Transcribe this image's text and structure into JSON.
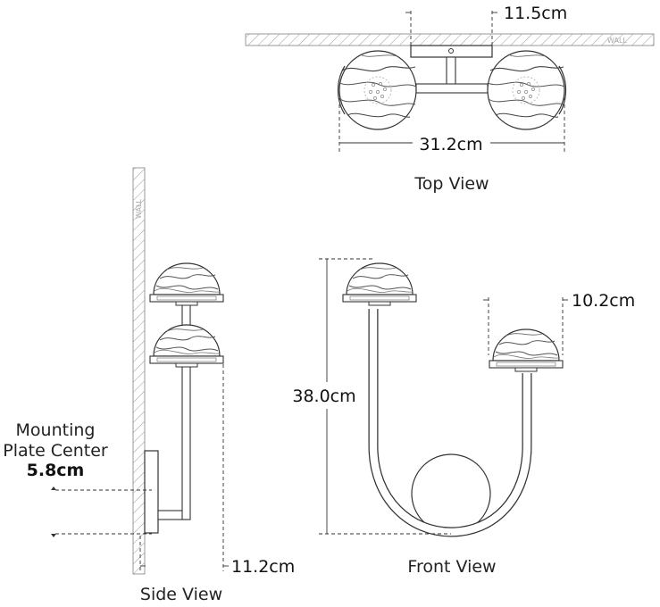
{
  "views": {
    "top": {
      "title": "Top View",
      "width_dim": "31.2cm",
      "plate_dim": "11.5cm",
      "wall_label": "WALL"
    },
    "side": {
      "title": "Side View",
      "mount_label_line1": "Mounting",
      "mount_label_line2": "Plate Center",
      "mount_dim": "5.8cm",
      "depth_dim": "11.2cm",
      "wall_label": "WALL"
    },
    "front": {
      "title": "Front View",
      "height_dim": "38.0cm",
      "shade_dim": "10.2cm"
    }
  },
  "colors": {
    "line": "#333333",
    "dim": "#222222",
    "hatch": "#999999",
    "glass": "#bbbbbb"
  }
}
